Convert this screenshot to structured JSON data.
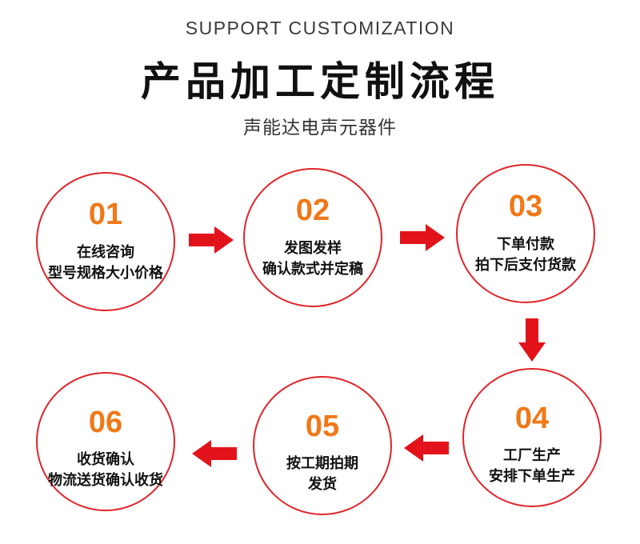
{
  "header": {
    "subtitle_en": "SUPPORT CUSTOMIZATION",
    "title": "产品加工定制流程",
    "brand": "声能达电声元器件"
  },
  "steps": [
    {
      "number": "01",
      "line1": "在线咨询",
      "line2": "型号规格大小价格"
    },
    {
      "number": "02",
      "line1": "发图发样",
      "line2": "确认款式并定稿"
    },
    {
      "number": "03",
      "line1": "下单付款",
      "line2": "拍下后支付货款"
    },
    {
      "number": "04",
      "line1": "工厂生产",
      "line2": "安排下单生产"
    },
    {
      "number": "05",
      "line1": "按工期拍期",
      "line2": "发货"
    },
    {
      "number": "06",
      "line1": "收货确认",
      "line2": "物流送货确认收货"
    }
  ],
  "colors": {
    "circle_border": "#e0242a",
    "arrow": "#e3131b",
    "number": "#f07818",
    "text": "#111111"
  }
}
